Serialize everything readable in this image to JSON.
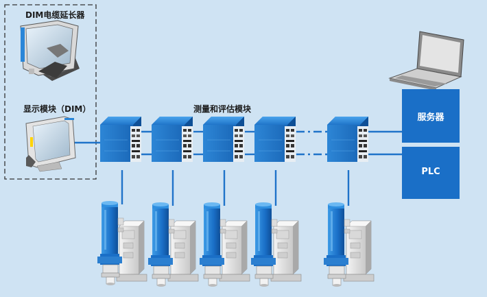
{
  "labels": {
    "dim_extender": "DIM电缆延长器",
    "display_module": "显示模块（DIM）",
    "measure_module": "测量和评估模块",
    "server": "服务器",
    "plc": "PLC"
  },
  "colors": {
    "background": "#cfe3f3",
    "bus_line": "#1f73c9",
    "box_fill": "#1a6fc7",
    "module_blue": "#2a86d8",
    "dashed_border": "#333333"
  },
  "icons": {
    "extender": "monitor-on-stand-icon",
    "display": "touch-display-icon",
    "laptop": "laptop-icon",
    "module": "measurement-module-icon",
    "spindle": "tightening-spindle-icon"
  }
}
